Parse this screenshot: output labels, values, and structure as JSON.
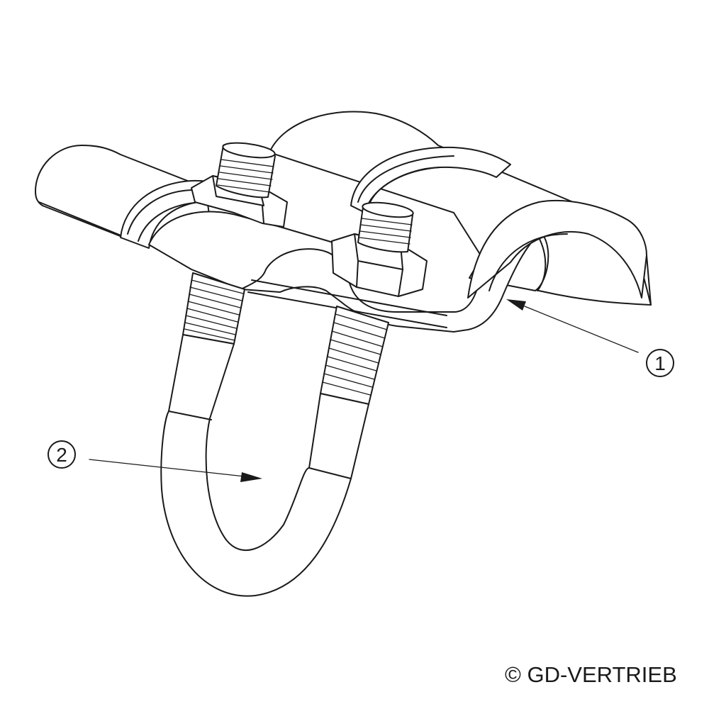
{
  "callouts": [
    {
      "number": "1"
    },
    {
      "number": "2"
    }
  ],
  "copyright": "© GD-VERTRIEB",
  "colors": {
    "line": "#1a1a1a",
    "background": "#ffffff"
  }
}
